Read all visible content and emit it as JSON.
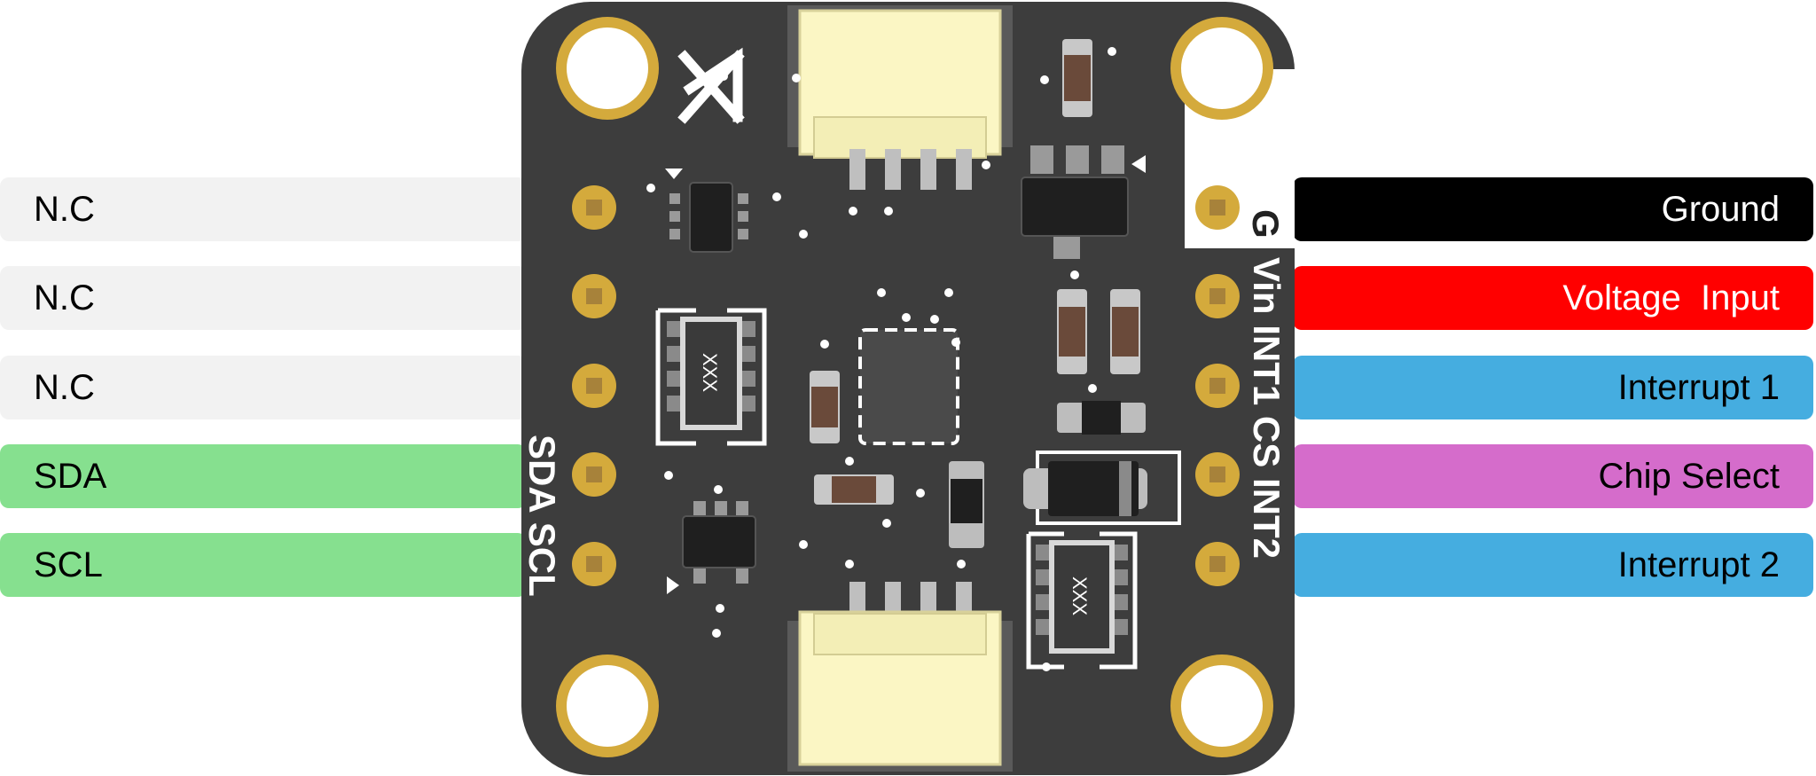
{
  "left_labels": [
    {
      "text": "N.C",
      "bg": "#f2f2f2",
      "color": "#000000"
    },
    {
      "text": "N.C",
      "bg": "#f2f2f2",
      "color": "#000000"
    },
    {
      "text": "N.C",
      "bg": "#f2f2f2",
      "color": "#000000"
    },
    {
      "text": "SDA",
      "bg": "#86e08f",
      "color": "#000000"
    },
    {
      "text": "SCL",
      "bg": "#86e08f",
      "color": "#000000"
    }
  ],
  "right_labels": [
    {
      "text": "Ground",
      "bg": "#000000",
      "color": "#ffffff"
    },
    {
      "text": "Voltage  Input",
      "bg": "#ff0000",
      "color": "#ffffff"
    },
    {
      "text": "Interrupt 1",
      "bg": "#45ade0",
      "color": "#000000"
    },
    {
      "text": "Chip Select",
      "bg": "#d56ccb",
      "color": "#000000"
    },
    {
      "text": "Interrupt 2",
      "bg": "#45ade0",
      "color": "#000000"
    }
  ],
  "silkscreen": {
    "left_vertical": "SDA SCL",
    "right_vertical": "Vin INT1 CS INT2",
    "ground": "G",
    "chip_mark_1": "XXX",
    "chip_mark_2": "XXX"
  },
  "colors": {
    "board": "#3d3d3d",
    "pad_gold": "#d4aa3c",
    "connector": "#fbf6c4"
  }
}
